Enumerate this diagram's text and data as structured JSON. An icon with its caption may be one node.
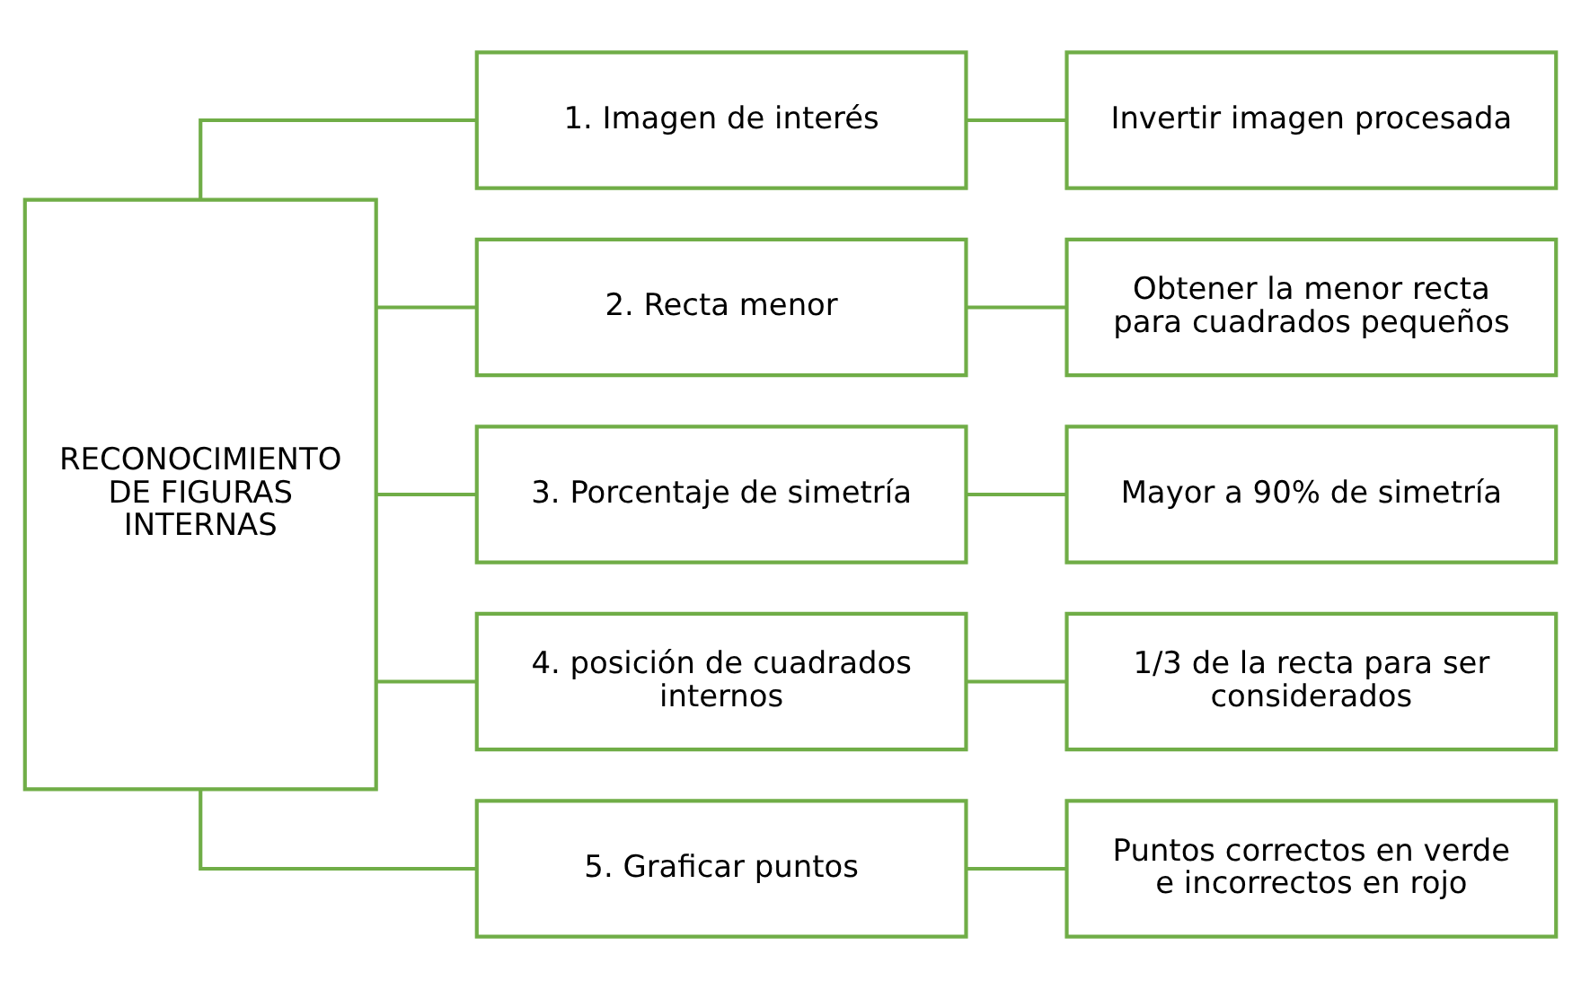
{
  "diagram": {
    "nodes": [
      {
        "text": [
          "RECONOCIMIENTO DE FIGURAS INTERNAS"
        ]
      },
      {
        "text": [
          "1. Imagen de interés"
        ]
      },
      {
        "text": [
          "Invertir imagen procesada"
        ]
      },
      {
        "text": [
          "2. Recta menor"
        ]
      },
      {
        "text": [
          "Obtener la menor recta para cuadrados pequeños"
        ]
      },
      {
        "text": [
          "3. Porcentaje de simetría"
        ]
      },
      {
        "text": [
          "Mayor a 90% de simetría"
        ]
      },
      {
        "text": [
          "4. posición de cuadrados internos"
        ]
      },
      {
        "text": [
          "1/3 de la recta para ser considerados"
        ]
      },
      {
        "text": [
          "5. Graficar puntos"
        ]
      },
      {
        "text": [
          "Puntos correctos en verde e incorrectos en rojo"
        ]
      }
    ],
    "edges": [
      {
        "from": 0,
        "to": 1,
        "arrow": "none"
      },
      {
        "from": 1,
        "to": 2,
        "arrow": "none"
      },
      {
        "from": 0,
        "to": 3,
        "arrow": "none"
      },
      {
        "from": 3,
        "to": 4,
        "arrow": "none"
      },
      {
        "from": 0,
        "to": 5,
        "arrow": "none"
      },
      {
        "from": 5,
        "to": 6,
        "arrow": "none"
      },
      {
        "from": 0,
        "to": 7,
        "arrow": "none"
      },
      {
        "from": 7,
        "to": 8,
        "arrow": "none"
      },
      {
        "from": 0,
        "to": 9,
        "arrow": "none"
      },
      {
        "from": 9,
        "to": 10,
        "arrow": "none"
      }
    ]
  }
}
